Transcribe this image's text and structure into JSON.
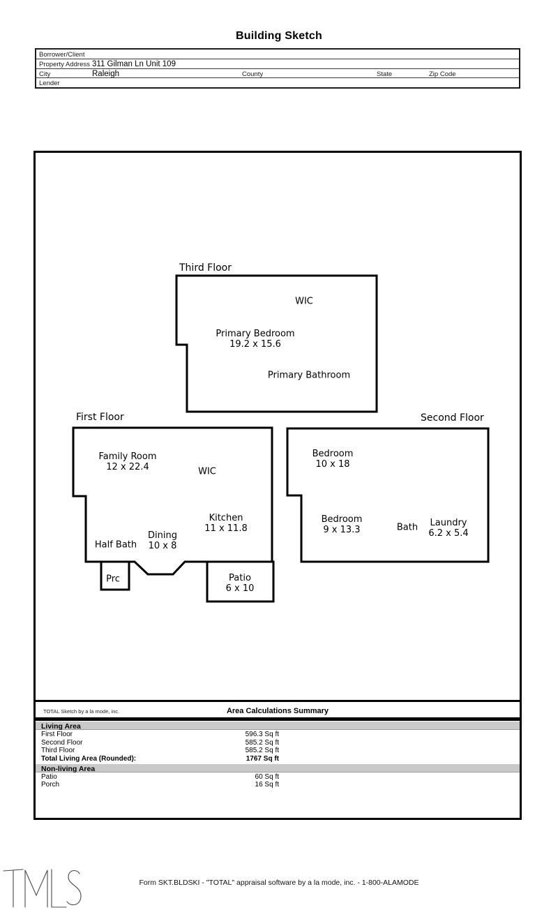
{
  "page": {
    "title": "Building Sketch",
    "footer": "Form SKT.BLDSKI - \"TOTAL\" appraisal software by a la mode, inc. - 1-800-ALAMODE",
    "watermark": "TMLS"
  },
  "header_form": {
    "borrower_label": "Borrower/Client",
    "property_address_label": "Property Address",
    "property_address_value": "311 Gilman Ln Unit 109",
    "city_label": "City",
    "city_value": "Raleigh",
    "county_label": "County",
    "state_label": "State",
    "zip_label": "Zip Code",
    "lender_label": "Lender"
  },
  "sketch": {
    "third_floor": {
      "title": "Third Floor",
      "wic": "WIC",
      "bedroom_name": "Primary Bedroom",
      "bedroom_dims": "19.2 x 15.6",
      "bathroom": "Primary Bathroom"
    },
    "first_floor": {
      "title": "First Floor",
      "family_name": "Family Room",
      "family_dims": "12 x 22.4",
      "wic": "WIC",
      "kitchen_name": "Kitchen",
      "kitchen_dims": "11 x 11.8",
      "dining_name": "Dining",
      "dining_dims": "10 x 8",
      "half_bath": "Half Bath",
      "porch": "Prc",
      "patio_name": "Patio",
      "patio_dims": "6 x 10"
    },
    "second_floor": {
      "title": "Second Floor",
      "bedroom1_name": "Bedroom",
      "bedroom1_dims": "10 x 18",
      "bedroom2_name": "Bedroom",
      "bedroom2_dims": "9 x 13.3",
      "bath": "Bath",
      "laundry_name": "Laundry",
      "laundry_dims": "6.2 x 5.4"
    }
  },
  "area_summary": {
    "attribution": "TOTAL Sketch by a la mode, inc.",
    "title": "Area Calculations Summary",
    "living_header": "Living Area",
    "living_rows": [
      {
        "label": "First Floor",
        "value": "596.3 Sq ft"
      },
      {
        "label": "Second Floor",
        "value": "585.2 Sq ft"
      },
      {
        "label": "Third Floor",
        "value": "585.2 Sq ft"
      }
    ],
    "total_label": "Total Living Area (Rounded):",
    "total_value": "1767 Sq ft",
    "nonliving_header": "Non-living Area",
    "nonliving_rows": [
      {
        "label": "Patio",
        "value": "60 Sq ft"
      },
      {
        "label": "Porch",
        "value": "16 Sq ft"
      }
    ]
  }
}
